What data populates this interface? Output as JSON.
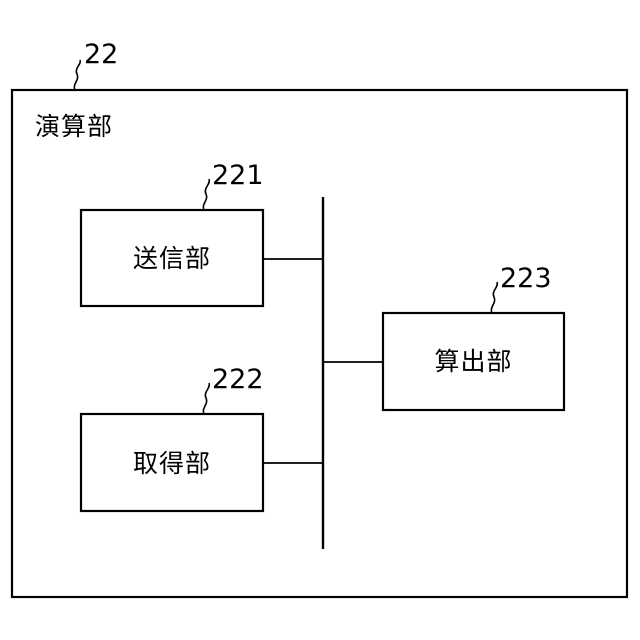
{
  "figure": {
    "outer_block": {
      "ref": "22",
      "label": "演算部"
    },
    "blocks": [
      {
        "id": "transmitter",
        "ref": "221",
        "label": "送信部"
      },
      {
        "id": "acquirer",
        "ref": "222",
        "label": "取得部"
      },
      {
        "id": "calculator",
        "ref": "223",
        "label": "算出部"
      }
    ],
    "colors": {
      "line": "#000000",
      "background": "#ffffff"
    }
  }
}
